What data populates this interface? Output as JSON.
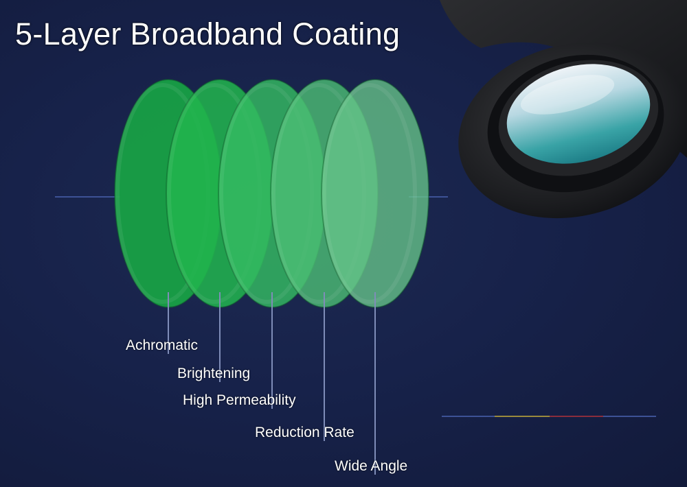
{
  "title": "5-Layer Broadband Coating",
  "layers": [
    {
      "label": "Achromatic",
      "color": "#18a444"
    },
    {
      "label": "Brightening",
      "color": "#22b54e"
    },
    {
      "label": "High Permeability",
      "color": "#35bb62"
    },
    {
      "label": "Reduction Rate",
      "color": "#4cbe74"
    },
    {
      "label": "Wide Angle",
      "color": "#66c489"
    }
  ],
  "colors": {
    "background": "#17224a",
    "leader_line": "#7f8db8",
    "axis_line": "#3d5296"
  },
  "icons": {
    "lens": "monocular-eyepiece-icon"
  }
}
